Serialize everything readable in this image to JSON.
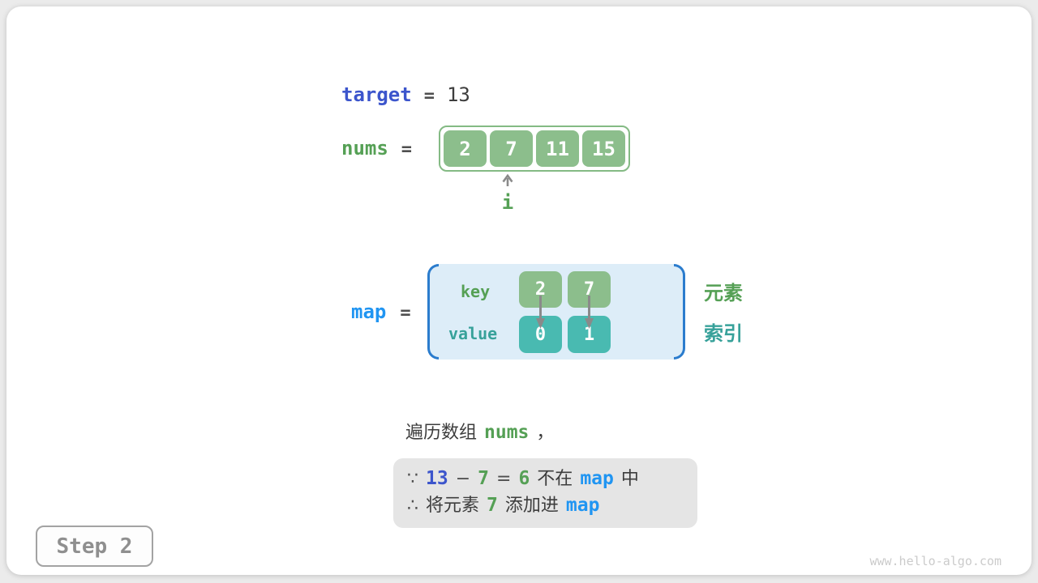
{
  "colors": {
    "indigo_code": "#3c55cc",
    "blue_code": "#2095f2",
    "green_code": "#55a055",
    "teal_code": "#37a19a",
    "green_cell_bg": "#8cbe8c",
    "teal_cell_bg": "#49bab1",
    "map_container_bg": "#ddedf8",
    "map_bracket": "#2b7ccd",
    "note_bg": "#e5e5e5"
  },
  "target": {
    "label": "target",
    "equals": "=",
    "value": "13"
  },
  "nums": {
    "label": "nums",
    "equals": "=",
    "cells": [
      "2",
      "7",
      "11",
      "15"
    ],
    "pointer_label": "i"
  },
  "map": {
    "label": "map",
    "equals": "=",
    "key_label": "key",
    "value_label": "value",
    "entries": [
      {
        "key": "2",
        "value": "0"
      },
      {
        "key": "7",
        "value": "1"
      }
    ],
    "key_annotation": "元素",
    "value_annotation": "索引"
  },
  "caption": {
    "prefix": "遍历数组",
    "code": "nums",
    "suffix": "，"
  },
  "note": {
    "line1": {
      "symbol": "∵",
      "target_value": "13",
      "minus": "−",
      "element": "7",
      "equals": "=",
      "difference": "6",
      "text_mid": "不在",
      "map_name": "map",
      "text_end": "中"
    },
    "line2": {
      "symbol": "∴",
      "text_start": "将元素",
      "element": "7",
      "text_mid": "添加进",
      "map_name": "map"
    }
  },
  "step": {
    "label": "Step 2"
  },
  "watermark": "www.hello-algo.com"
}
